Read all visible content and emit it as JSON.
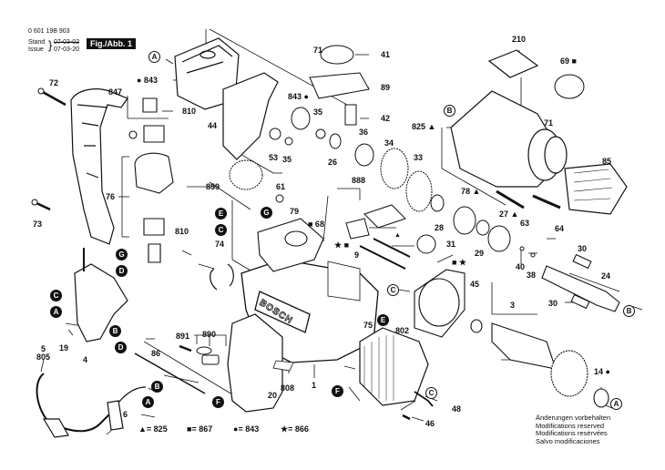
{
  "header": {
    "part_number": "0 601 19B 903",
    "stand_label": "Stand",
    "issue_label": "Issue",
    "stand_date_struck": "07-03-02",
    "issue_date": "07-03-20",
    "figure_label": "Fig./Abb. 1"
  },
  "legend": [
    {
      "symbol": "▲",
      "text": "= 825"
    },
    {
      "symbol": "■",
      "text": "= 867"
    },
    {
      "symbol": "●",
      "text": "= 843"
    },
    {
      "symbol": "★",
      "text": "= 866"
    }
  ],
  "notes": [
    "Änderungen vorbehalten",
    "Modifications reserved",
    "Modifications resérvées",
    "Salvo modificaciones"
  ],
  "part_labels": [
    {
      "id": "p72",
      "text": "72"
    },
    {
      "id": "p847",
      "text": "847"
    },
    {
      "id": "p843a",
      "text": "● 843"
    },
    {
      "id": "p810a",
      "text": "810"
    },
    {
      "id": "p44",
      "text": "44"
    },
    {
      "id": "p843b",
      "text": "843 ●"
    },
    {
      "id": "p71a",
      "text": "71"
    },
    {
      "id": "p41",
      "text": "41"
    },
    {
      "id": "p89",
      "text": "89"
    },
    {
      "id": "p42",
      "text": "42"
    },
    {
      "id": "p35a",
      "text": "35"
    },
    {
      "id": "p53",
      "text": "53"
    },
    {
      "id": "p35b",
      "text": "35"
    },
    {
      "id": "p26",
      "text": "26"
    },
    {
      "id": "p36",
      "text": "36"
    },
    {
      "id": "p34",
      "text": "34"
    },
    {
      "id": "p33",
      "text": "33"
    },
    {
      "id": "p210",
      "text": "210"
    },
    {
      "id": "p69",
      "text": "69 ■"
    },
    {
      "id": "p71b",
      "text": "71"
    },
    {
      "id": "p825",
      "text": "825 ▲"
    },
    {
      "id": "p85",
      "text": "85"
    },
    {
      "id": "p76",
      "text": "76"
    },
    {
      "id": "p73",
      "text": "73"
    },
    {
      "id": "p859",
      "text": "859"
    },
    {
      "id": "p61",
      "text": "61"
    },
    {
      "id": "p888",
      "text": "888"
    },
    {
      "id": "p79",
      "text": "79"
    },
    {
      "id": "p68",
      "text": "■ 68"
    },
    {
      "id": "p78",
      "text": "78 ▲"
    },
    {
      "id": "p28",
      "text": "28"
    },
    {
      "id": "p27",
      "text": "27 ▲"
    },
    {
      "id": "p63",
      "text": "63"
    },
    {
      "id": "p64",
      "text": "64"
    },
    {
      "id": "p810b",
      "text": "810"
    },
    {
      "id": "p74",
      "text": "74"
    },
    {
      "id": "p9",
      "text": "9"
    },
    {
      "id": "pstarsq",
      "text": "★ ■"
    },
    {
      "id": "ptri",
      "text": "▲"
    },
    {
      "id": "p31",
      "text": "31"
    },
    {
      "id": "p29",
      "text": "29"
    },
    {
      "id": "psqstar",
      "text": "■ ★"
    },
    {
      "id": "p40",
      "text": "40"
    },
    {
      "id": "p38",
      "text": "38"
    },
    {
      "id": "p30a",
      "text": "30"
    },
    {
      "id": "p24",
      "text": "24"
    },
    {
      "id": "p30b",
      "text": "30"
    },
    {
      "id": "p45",
      "text": "45"
    },
    {
      "id": "p3",
      "text": "3"
    },
    {
      "id": "p19",
      "text": "19"
    },
    {
      "id": "p4",
      "text": "4"
    },
    {
      "id": "p5",
      "text": "5"
    },
    {
      "id": "p805",
      "text": "805"
    },
    {
      "id": "p86",
      "text": "86"
    },
    {
      "id": "p891",
      "text": "891"
    },
    {
      "id": "p890",
      "text": "890"
    },
    {
      "id": "p75",
      "text": "75"
    },
    {
      "id": "p802",
      "text": "802"
    },
    {
      "id": "p1",
      "text": "1"
    },
    {
      "id": "p808",
      "text": "808"
    },
    {
      "id": "p20",
      "text": "20"
    },
    {
      "id": "p6",
      "text": "6"
    },
    {
      "id": "p14",
      "text": "14 ●"
    },
    {
      "id": "p48",
      "text": "48"
    },
    {
      "id": "p46",
      "text": "46"
    }
  ],
  "callouts": [
    {
      "id": "cA1",
      "letter": "A",
      "style": "outline"
    },
    {
      "id": "cB1",
      "letter": "B",
      "style": "outline"
    },
    {
      "id": "cE1",
      "letter": "E",
      "style": "filled"
    },
    {
      "id": "cG1",
      "letter": "G",
      "style": "filled"
    },
    {
      "id": "cC1",
      "letter": "C",
      "style": "filled"
    },
    {
      "id": "cG2",
      "letter": "G",
      "style": "filled"
    },
    {
      "id": "cD1",
      "letter": "D",
      "style": "filled"
    },
    {
      "id": "cC2",
      "letter": "C",
      "style": "filled"
    },
    {
      "id": "cA2",
      "letter": "A",
      "style": "filled"
    },
    {
      "id": "cB2",
      "letter": "B",
      "style": "filled"
    },
    {
      "id": "cD2",
      "letter": "D",
      "style": "filled"
    },
    {
      "id": "cB3",
      "letter": "B",
      "style": "filled"
    },
    {
      "id": "cA3",
      "letter": "A",
      "style": "filled"
    },
    {
      "id": "cF1",
      "letter": "F",
      "style": "filled"
    },
    {
      "id": "cC3",
      "letter": "C",
      "style": "outline"
    },
    {
      "id": "cB4",
      "letter": "B",
      "style": "outline"
    },
    {
      "id": "cE2",
      "letter": "E",
      "style": "filled"
    },
    {
      "id": "cF2",
      "letter": "F",
      "style": "filled"
    },
    {
      "id": "cC4",
      "letter": "C",
      "style": "outline"
    },
    {
      "id": "cA4",
      "letter": "A",
      "style": "outline"
    }
  ],
  "housing_logo": "BOSCH"
}
